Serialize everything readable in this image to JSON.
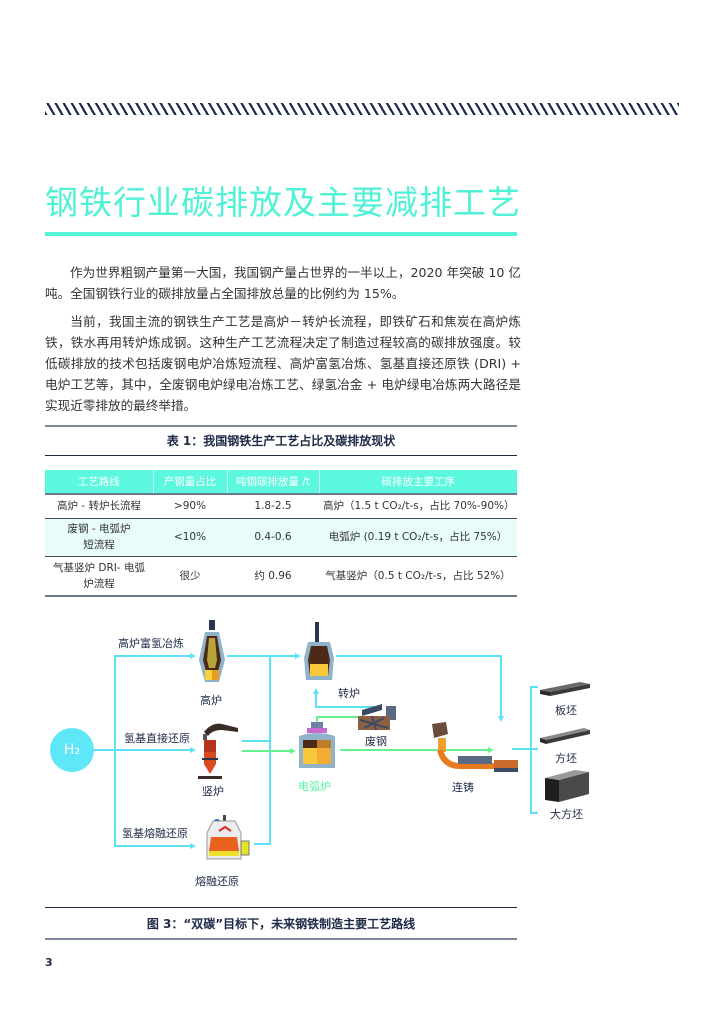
{
  "header": {
    "decoration": "hatched-rule"
  },
  "section": {
    "title": "钢铁行业碳排放及主要减排工艺",
    "paragraphs": [
      "作为世界粗钢产量第一大国，我国钢产量占世界的一半以上，2020 年突破 10 亿吨。全国钢铁行业的碳排放量占全国排放总量的比例约为 15%。",
      "当前，我国主流的钢铁生产工艺是高炉－转炉长流程，即铁矿石和焦炭在高炉炼铁，铁水再用转炉炼成钢。这种生产工艺流程决定了制造过程较高的碳排放强度。较低碳排放的技术包括废钢电炉冶炼短流程、高炉富氢冶炼、氢基直接还原铁 (DRI) + 电炉工艺等，其中，全废钢电炉绿电冶炼工艺、绿氢冶金 + 电炉绿电冶炼两大路径是实现近零排放的最终举措。"
    ]
  },
  "table": {
    "caption": "表 1：我国钢铁生产工艺占比及碳排放现状",
    "headers": [
      "工艺路线",
      "产钢量占比",
      "吨钢碳排放量 /t",
      "碳排放主要工序"
    ],
    "rows": [
      [
        "高炉 - 转炉长流程",
        ">90%",
        "1.8-2.5",
        "高炉（1.5 t CO₂/t-s，占比 70%-90%）"
      ],
      [
        "废钢 - 电弧炉短流程",
        "<10%",
        "0.4-0.6",
        "电弧炉 (0.19 t CO₂/t-s，占比 75%）"
      ],
      [
        "气基竖炉 DRI- 电弧炉流程",
        "很少",
        "约 0.96",
        "气基竖炉（0.5 t CO₂/t-s，占比 52%）"
      ]
    ],
    "colors": {
      "header_bg": "#5cf7df",
      "alt_row_bg": "#e8fcf9"
    }
  },
  "diagram": {
    "source": "H₂",
    "routes": [
      {
        "label": "高炉富氢冶炼",
        "unit": "高炉"
      },
      {
        "label": "氢基直接还原",
        "unit": "竖炉"
      },
      {
        "label": "氢基熔融还原",
        "unit": "熔融还原"
      }
    ],
    "units": {
      "converter": "转炉",
      "scrap": "废钢",
      "eaf": "电弧炉",
      "caster": "连铸"
    },
    "products": [
      "板坯",
      "方坯",
      "大方坯"
    ],
    "colors": {
      "flow": "#5be3f5",
      "green_flow": "#66f28f",
      "h2": "#5fe6f7"
    }
  },
  "figure": {
    "caption": "图 3：“双碳”目标下，未来钢铁制造主要工艺路线"
  },
  "page": {
    "number": "3"
  }
}
